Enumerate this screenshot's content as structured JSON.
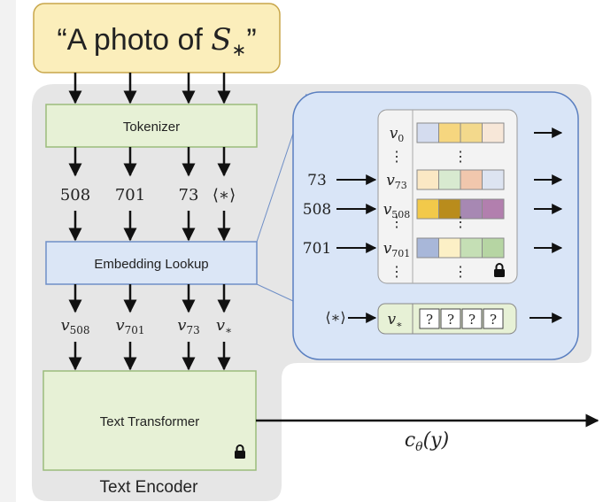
{
  "prompt": {
    "open": "“A photo of ",
    "symbol": "S",
    "sub": "∗",
    "close": "”"
  },
  "tokenizer": {
    "label": "Tokenizer"
  },
  "token_ids": [
    "508",
    "701",
    "73",
    "⟨∗⟩"
  ],
  "embedding_lookup": {
    "label": "Embedding Lookup"
  },
  "embeddings": [
    {
      "base": "v",
      "sub": "508"
    },
    {
      "base": "v",
      "sub": "701"
    },
    {
      "base": "v",
      "sub": "73"
    },
    {
      "base": "v",
      "sub": "∗"
    }
  ],
  "text_transformer": {
    "label": "Text Transformer"
  },
  "text_encoder": {
    "label": "Text Encoder"
  },
  "output": {
    "base": "c",
    "sub": "θ",
    "arg": "(y)"
  },
  "lookup_table": {
    "dots": "⋮",
    "rows": [
      {
        "input": "",
        "base": "v",
        "sub": "0",
        "colors": [
          "#d4dcef",
          "#f6d67f",
          "#f3d98c",
          "#f7e7d8"
        ]
      },
      {
        "input": "73",
        "base": "v",
        "sub": "73",
        "colors": [
          "#fbe8c4",
          "#d8ead0",
          "#f1c7ad",
          "#dde4f1"
        ]
      },
      {
        "input": "508",
        "base": "v",
        "sub": "508",
        "colors": [
          "#f2c94a",
          "#b98c1c",
          "#a788b3",
          "#b27fae"
        ]
      },
      {
        "input": "701",
        "base": "v",
        "sub": "701",
        "colors": [
          "#a8b7d9",
          "#fcf0c6",
          "#c5dfb5",
          "#b6d5a3"
        ]
      }
    ]
  },
  "placeholder": {
    "input": "⟨∗⟩",
    "base": "v",
    "sub": "∗",
    "cells": [
      "?",
      "?",
      "?",
      "?"
    ]
  },
  "colors": {
    "prompt_fill": "#fbeebb",
    "prompt_stroke": "#c8a64a",
    "green_fill": "#e7f1d6",
    "green_stroke": "#9bbc7b",
    "blue_fill": "#dbe6f6",
    "blue_stroke": "#6f8fc7",
    "encoder_bg": "#e6e6e6",
    "panel_fill": "#d9e5f7",
    "panel_stroke": "#5a7fc0",
    "table_fill": "#f3f3f3"
  },
  "icons": [
    "lock-icon"
  ]
}
